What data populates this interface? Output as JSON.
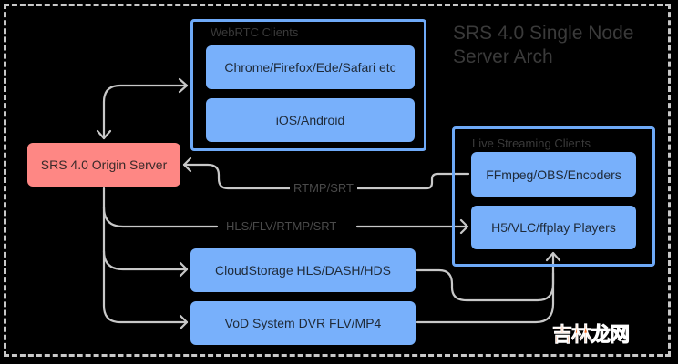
{
  "title": {
    "line1": "SRS 4.0 Single Node",
    "line2": "Server Arch"
  },
  "colors": {
    "group_border": "#6ea9f7",
    "client_node": "#78b0fb",
    "origin_node": "#fe8784",
    "wire": "#c8c8c8",
    "frame_border": "#c8c8c8",
    "background": "#000000"
  },
  "origin": {
    "label": "SRS 4.0 Origin Server"
  },
  "webrtc_group": {
    "label": "WebRTC Clients",
    "nodes": [
      "Chrome/Firefox/Ede/Safari etc",
      "iOS/Android"
    ]
  },
  "live_group": {
    "label": "Live Streaming Clients",
    "nodes": [
      "FFmpeg/OBS/Encoders",
      "H5/VLC/ffplay Players"
    ]
  },
  "storage_nodes": [
    "CloudStorage HLS/DASH/HDS",
    "VoD System DVR FLV/MP4"
  ],
  "edges": {
    "ingest_label": "RTMP/SRT",
    "delivery_label": "HLS/FLV/RTMP/SRT"
  },
  "watermark": {
    "part1": "吉林",
    "part2": "龙网"
  }
}
